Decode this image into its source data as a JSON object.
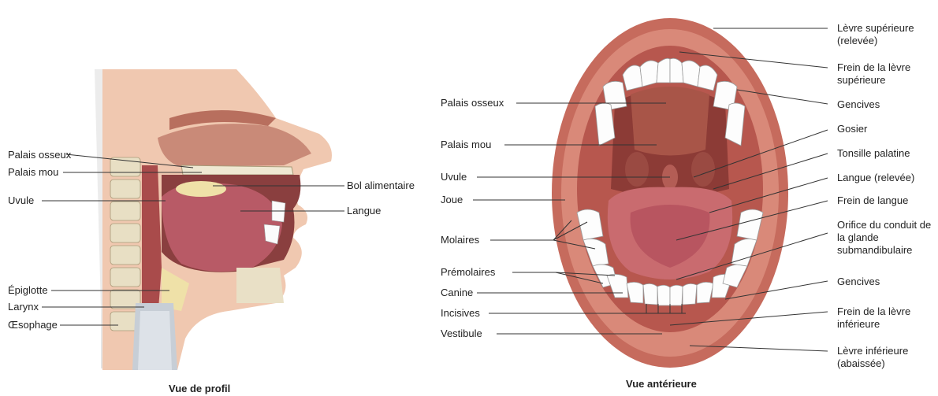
{
  "captions": {
    "profile": "Vue de profil",
    "anterior": "Vue antérieure"
  },
  "profile_labels": {
    "palais_osseux": "Palais osseux",
    "palais_mou": "Palais mou",
    "uvule": "Uvule",
    "epiglotte": "Épiglotte",
    "larynx": "Larynx",
    "oesophage": "Œsophage",
    "bol_alimentaire": "Bol alimentaire",
    "langue": "Langue"
  },
  "anterior_left_labels": {
    "palais_osseux": "Palais osseux",
    "palais_mou": "Palais mou",
    "uvule": "Uvule",
    "joue": "Joue",
    "molaires": "Molaires",
    "premolaires": "Prémolaires",
    "canine": "Canine",
    "incisives": "Incisives",
    "vestibule": "Vestibule"
  },
  "anterior_right_labels": {
    "levre_sup": "Lèvre supérieure (relevée)",
    "frein_levre_sup": "Frein de la lèvre supérieure",
    "gencives_1": "Gencives",
    "gosier": "Gosier",
    "tonsille": "Tonsille palatine",
    "langue_relevee": "Langue (relevée)",
    "frein_langue": "Frein de langue",
    "orifice": "Orifice du conduit de la glande submandibulaire",
    "gencives_2": "Gencives",
    "frein_levre_inf": "Frein de la lèvre inférieure",
    "levre_inf": "Lèvre inférieure (abaissée)"
  }
}
